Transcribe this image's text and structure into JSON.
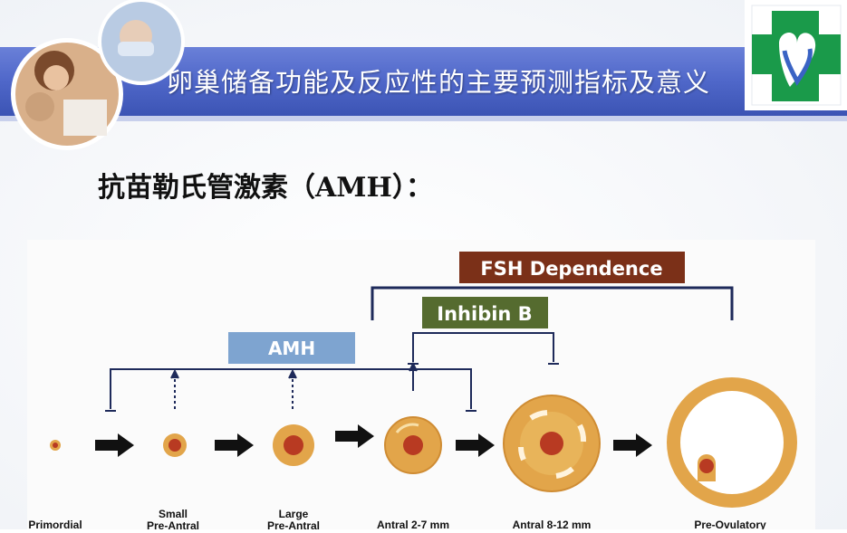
{
  "header": {
    "title": "卵巢储备功能及反应性的主要预测指标及意义",
    "band_color": "#4f67c9",
    "logo": "hospital-cross-heart-logo"
  },
  "subtitle": "抗苗勒氏管激素（AMH）：",
  "diagram": {
    "labels": {
      "fsh": "FSH Dependence",
      "inhibin": "Inhibin B",
      "amh": "AMH"
    },
    "colors": {
      "fsh": "#7b3018",
      "inhibin": "#556b2f",
      "amh": "#7ea4d0",
      "follicle": "#e2a54a",
      "core": "#b83a22",
      "bracket": "#1e2a5a"
    },
    "stages": [
      {
        "line1": "",
        "line2": "Primordial"
      },
      {
        "line1": "Small",
        "line2": "Pre-Antral"
      },
      {
        "line1": "Large",
        "line2": "Pre-Antral"
      },
      {
        "line1": "",
        "line2": "Antral 2-7 mm"
      },
      {
        "line1": "",
        "line2": "Antral 8-12 mm"
      },
      {
        "line1": "",
        "line2": "Pre-Ovulatory"
      }
    ]
  }
}
